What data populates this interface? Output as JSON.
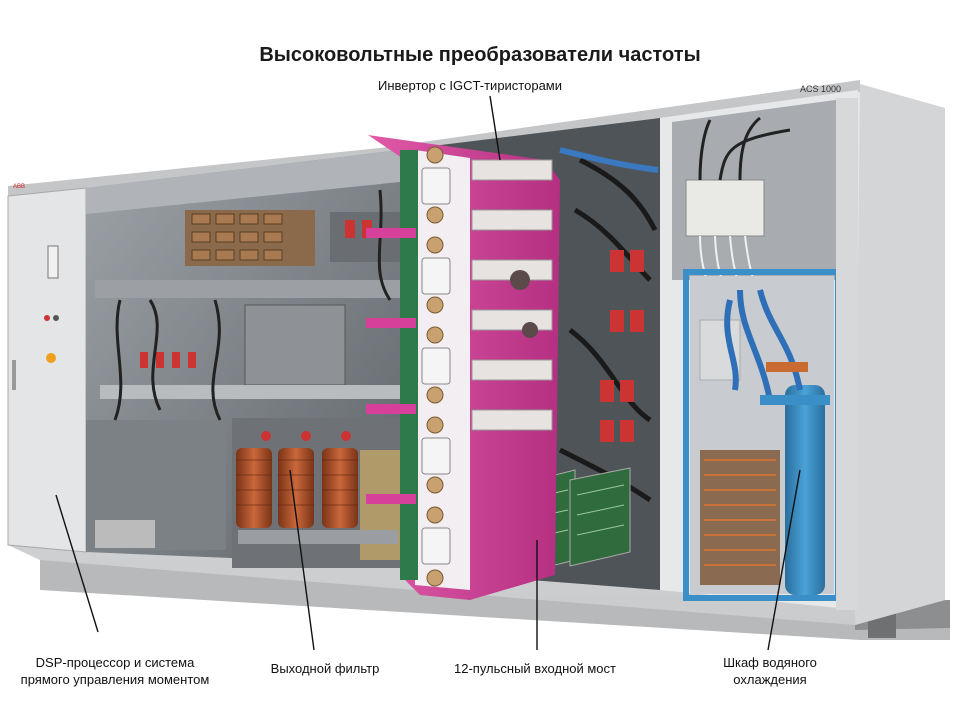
{
  "title": "Высоковольтные преобразователи частоты",
  "labels": {
    "inverter": "Инвертор с IGCT-тиристорами",
    "dsp_line1": "DSP-процессор и система",
    "dsp_line2": "прямого управления моментом",
    "filter": "Выходной фильтр",
    "bridge": "12-пульсный входной мост",
    "cooling_line1": "Шкаф водяного",
    "cooling_line2": "охлаждения"
  },
  "cabinet": {
    "model": "ACS 1000",
    "brand": "ABB"
  },
  "colors": {
    "cabinet_gray": "#d9dbdc",
    "inverter_magenta": "#d6409a",
    "cooling_blue": "#3a8fc8",
    "coil_copper": "#b5522a",
    "pcb_green": "#2f6b3c"
  }
}
